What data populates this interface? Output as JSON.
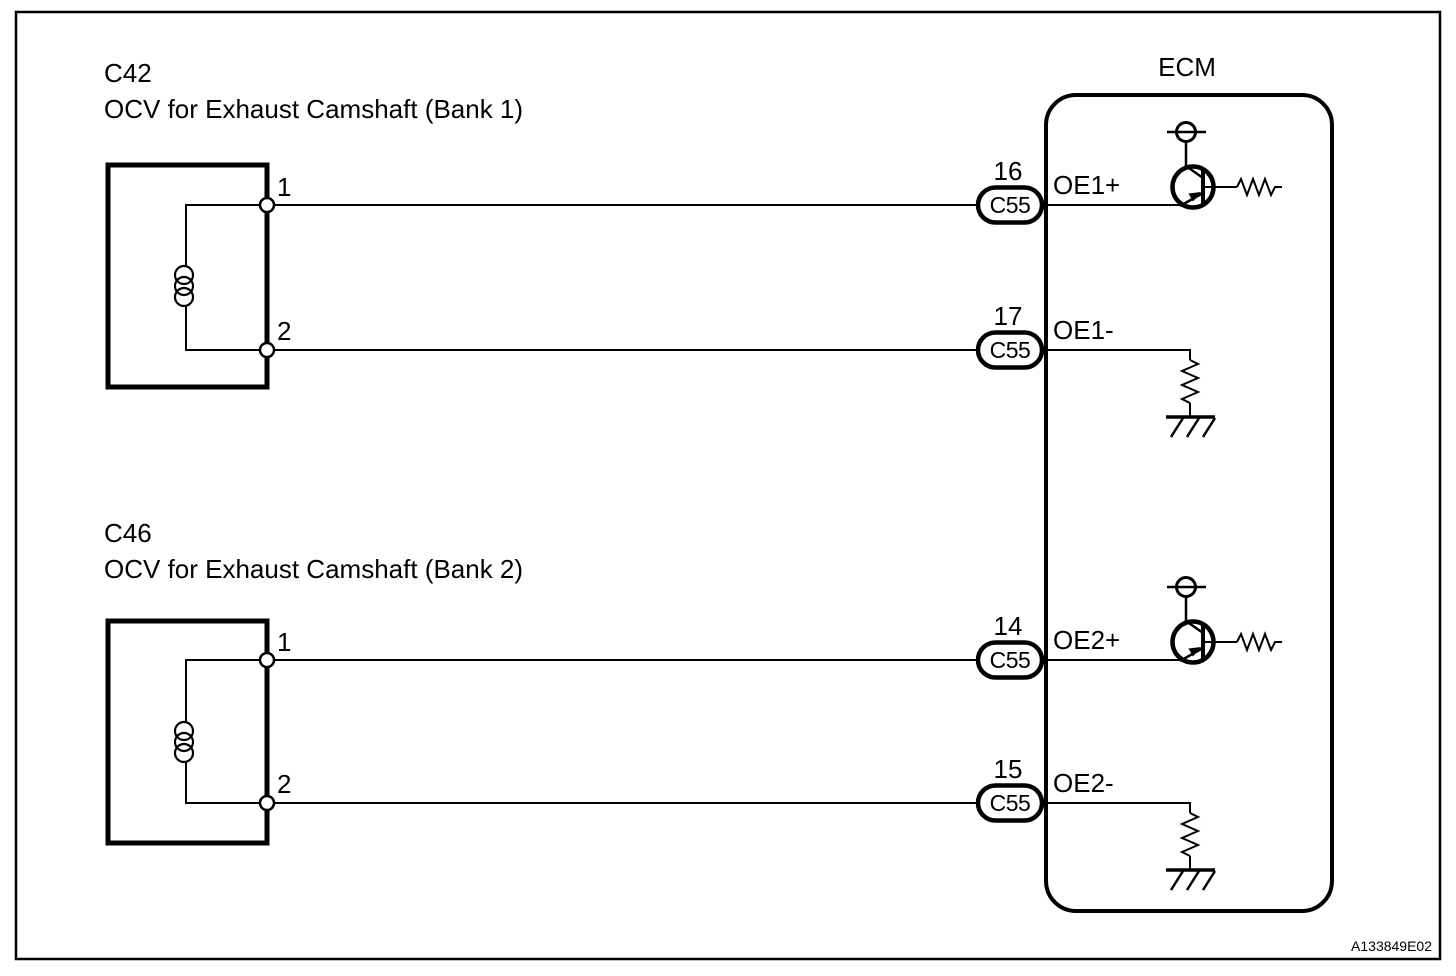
{
  "page": {
    "background_color": "#ffffff",
    "line_color": "#000000",
    "footer_code": "A133849E02"
  },
  "ecm": {
    "label": "ECM"
  },
  "components": [
    {
      "code": "C42",
      "name": "OCV for Exhaust Camshaft (Bank 1)",
      "pin1": "1",
      "pin2": "2"
    },
    {
      "code": "C46",
      "name": "OCV for Exhaust Camshaft (Bank 2)",
      "pin1": "1",
      "pin2": "2"
    }
  ],
  "ecm_pins": [
    {
      "terminal": "16",
      "connector": "C55",
      "signal": "OE1+"
    },
    {
      "terminal": "17",
      "connector": "C55",
      "signal": "OE1-"
    },
    {
      "terminal": "14",
      "connector": "C55",
      "signal": "OE2+"
    },
    {
      "terminal": "15",
      "connector": "C55",
      "signal": "OE2-"
    }
  ]
}
